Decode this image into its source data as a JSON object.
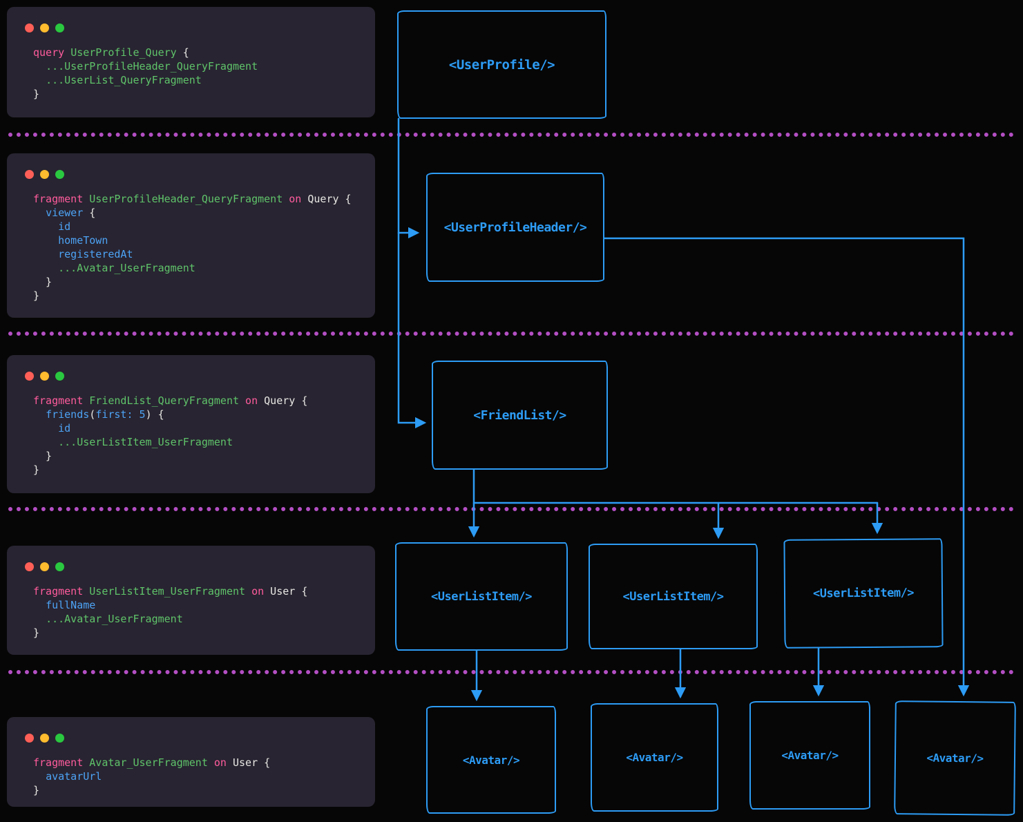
{
  "colors": {
    "page_bg": "#060606",
    "panel_bg": "#282431",
    "keyword": "#ff5c9d",
    "fragment_name": "#5fc36a",
    "field": "#4da3f5",
    "number": "#4da3f5",
    "plain": "#e9e7e4",
    "accent_blue": "#2d9cf5",
    "separator": "#b44fc4",
    "traffic_red": "#ff5f57",
    "traffic_yellow": "#febc2e",
    "traffic_green": "#2ac840"
  },
  "panels": [
    {
      "id": "query-panel",
      "lines": [
        [
          {
            "t": "query ",
            "c": "kw"
          },
          {
            "t": "UserProfile_Query",
            "c": "name"
          },
          {
            "t": " {",
            "c": "plain"
          }
        ],
        [
          {
            "t": "  ",
            "c": "plain"
          },
          {
            "t": "...UserProfileHeader_QueryFragment",
            "c": "name"
          }
        ],
        [
          {
            "t": "  ",
            "c": "plain"
          },
          {
            "t": "...UserList_QueryFragment",
            "c": "name"
          }
        ],
        [
          {
            "t": "}",
            "c": "plain"
          }
        ]
      ]
    },
    {
      "id": "user-profile-header-fragment-panel",
      "lines": [
        [
          {
            "t": "fragment ",
            "c": "kw"
          },
          {
            "t": "UserProfileHeader_QueryFragment",
            "c": "name"
          },
          {
            "t": " on",
            "c": "kw"
          },
          {
            "t": " Query {",
            "c": "plain"
          }
        ],
        [
          {
            "t": "  ",
            "c": "plain"
          },
          {
            "t": "viewer",
            "c": "field"
          },
          {
            "t": " {",
            "c": "plain"
          }
        ],
        [
          {
            "t": "    ",
            "c": "plain"
          },
          {
            "t": "id",
            "c": "field"
          }
        ],
        [
          {
            "t": "    ",
            "c": "plain"
          },
          {
            "t": "homeTown",
            "c": "field"
          }
        ],
        [
          {
            "t": "    ",
            "c": "plain"
          },
          {
            "t": "registeredAt",
            "c": "field"
          }
        ],
        [
          {
            "t": "    ",
            "c": "plain"
          },
          {
            "t": "...Avatar_UserFragment",
            "c": "name"
          }
        ],
        [
          {
            "t": "  }",
            "c": "plain"
          }
        ],
        [
          {
            "t": "}",
            "c": "plain"
          }
        ]
      ]
    },
    {
      "id": "friend-list-fragment-panel",
      "lines": [
        [
          {
            "t": "fragment ",
            "c": "kw"
          },
          {
            "t": "FriendList_QueryFragment",
            "c": "name"
          },
          {
            "t": " on",
            "c": "kw"
          },
          {
            "t": " Query {",
            "c": "plain"
          }
        ],
        [
          {
            "t": "  ",
            "c": "plain"
          },
          {
            "t": "friends",
            "c": "field"
          },
          {
            "t": "(",
            "c": "plain"
          },
          {
            "t": "first:",
            "c": "field"
          },
          {
            "t": " ",
            "c": "plain"
          },
          {
            "t": "5",
            "c": "num"
          },
          {
            "t": ") {",
            "c": "plain"
          }
        ],
        [
          {
            "t": "    ",
            "c": "plain"
          },
          {
            "t": "id",
            "c": "field"
          }
        ],
        [
          {
            "t": "    ",
            "c": "plain"
          },
          {
            "t": "...UserListItem_UserFragment",
            "c": "name"
          }
        ],
        [
          {
            "t": "  }",
            "c": "plain"
          }
        ],
        [
          {
            "t": "}",
            "c": "plain"
          }
        ]
      ]
    },
    {
      "id": "user-list-item-fragment-panel",
      "lines": [
        [
          {
            "t": "fragment ",
            "c": "kw"
          },
          {
            "t": "UserListItem_UserFragment",
            "c": "name"
          },
          {
            "t": " on",
            "c": "kw"
          },
          {
            "t": " User {",
            "c": "plain"
          }
        ],
        [
          {
            "t": "  ",
            "c": "plain"
          },
          {
            "t": "fullName",
            "c": "field"
          }
        ],
        [
          {
            "t": "  ",
            "c": "plain"
          },
          {
            "t": "...Avatar_UserFragment",
            "c": "name"
          }
        ],
        [
          {
            "t": "}",
            "c": "plain"
          }
        ]
      ]
    },
    {
      "id": "avatar-fragment-panel",
      "lines": [
        [
          {
            "t": "fragment ",
            "c": "kw"
          },
          {
            "t": "Avatar_UserFragment",
            "c": "name"
          },
          {
            "t": " on",
            "c": "kw"
          },
          {
            "t": " User {",
            "c": "plain"
          }
        ],
        [
          {
            "t": "  ",
            "c": "plain"
          },
          {
            "t": "avatarUrl",
            "c": "field"
          }
        ],
        [
          {
            "t": "}",
            "c": "plain"
          }
        ]
      ]
    }
  ],
  "components": {
    "user_profile": "<UserProfile/>",
    "user_profile_header": "<UserProfileHeader/>",
    "friend_list": "<FriendList/>",
    "user_list_item": "<UserListItem/>",
    "avatar": "<Avatar/>"
  },
  "edges": [
    {
      "from": "UserProfile",
      "to": "UserProfileHeader"
    },
    {
      "from": "UserProfile",
      "to": "FriendList"
    },
    {
      "from": "UserProfileHeader",
      "to": "Avatar-4"
    },
    {
      "from": "FriendList",
      "to": "UserListItem-1"
    },
    {
      "from": "FriendList",
      "to": "UserListItem-2"
    },
    {
      "from": "FriendList",
      "to": "UserListItem-3"
    },
    {
      "from": "UserListItem-1",
      "to": "Avatar-1"
    },
    {
      "from": "UserListItem-2",
      "to": "Avatar-2"
    },
    {
      "from": "UserListItem-3",
      "to": "Avatar-3"
    }
  ]
}
